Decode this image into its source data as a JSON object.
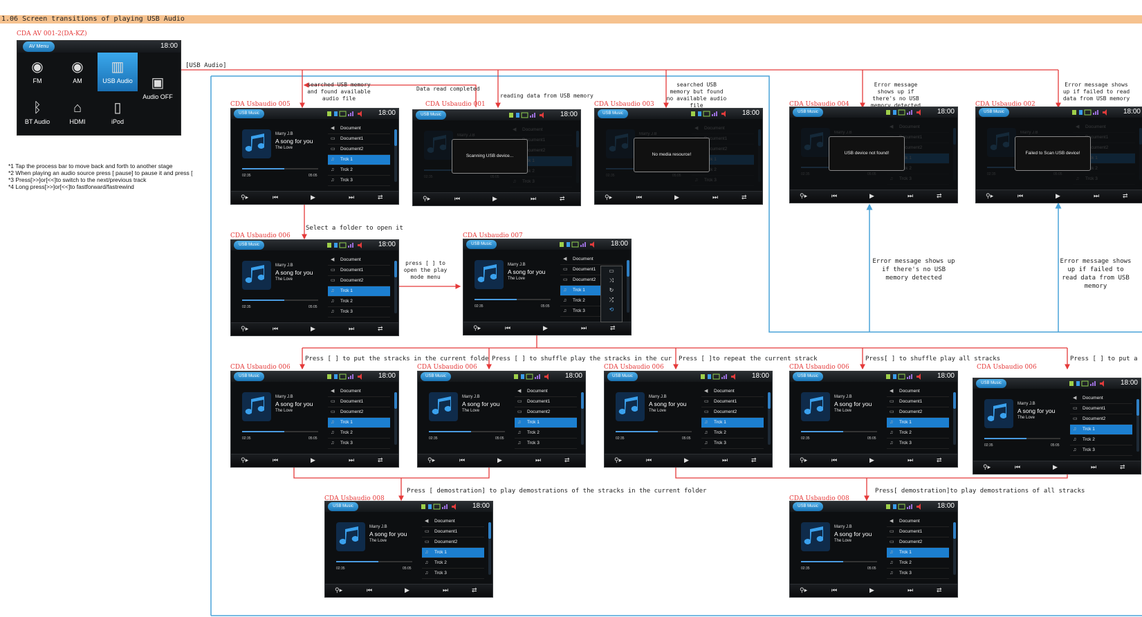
{
  "header": {
    "section_title": "1.06 Screen transitions of playing USB Audio",
    "source_label": "CDA AV 001-2(DA-KZ)"
  },
  "av_menu": {
    "title": "AV Menu",
    "time": "18:00",
    "items": [
      "FM",
      "AM",
      "USB Audio",
      "Audio OFF",
      "BT Audio",
      "HDMI",
      "iPod"
    ],
    "selected": "USB Audio"
  },
  "usb_audio_link": "[USB Audio]",
  "notes": [
    "*1 Tap the process bar to move back and forth to another stage",
    "*2 When playing an audio source press [    pause] to pause it and press [",
    "*3 Press[>>]or[<<]to switch to the next/previous track",
    "*4 Long press[>>]or[<<]to fastforward/fastrewind"
  ],
  "screens": {
    "s005": "CDA Usbaudio 005",
    "s001": "CDA Usbaudio 001",
    "s003": "CDA Usbaudio 003",
    "s004": "CDA Usbaudio 004",
    "s002": "CDA Usbaudio 002",
    "s006a": "CDA Usbaudio 006",
    "s007": "CDA Usbaudio 007",
    "s006b": "CDA Usbaudio 006",
    "s006c": "CDA Usbaudio 006",
    "s006d": "CDA Usbaudio 006",
    "s006e": "CDA Usbaudio 006",
    "s006f": "CDA Usbaudio 006",
    "s008a": "CDA Usbaudio 008",
    "s008b": "CDA Usbaudio 008"
  },
  "device": {
    "tag": "USB Music",
    "time": "18:00",
    "artist": "Marry J.B",
    "song": "A song for you",
    "album": "The Love",
    "elapsed": "02:35",
    "total": "05:05",
    "list": [
      "Document",
      "Document1",
      "Document2",
      "Trck 1",
      "Trck 2",
      "Trck 3"
    ],
    "active_index": 3,
    "progress_fraction": 0.55
  },
  "dialogs": {
    "scanning": "Scanning USB device...",
    "no_media": "No media resource!",
    "not_found": "USB device not found!",
    "failed": "Failed to Scan USB device!"
  },
  "annotations": {
    "found_audio": "searched USB memory and found available audio file",
    "data_read_completed": "Data read completed",
    "reading_data": "reading data from USB memory",
    "no_audio": "searched USB memory but found no available audio file",
    "err_no_usb_top": "Error message shows up if there's no USB memory detected",
    "err_read_top": "Error message shows up if failed to read data from USB memory",
    "select_folder": "Select a folder to open it",
    "press_playmode": "press [    ] to open the play mode menu",
    "err_no_usb_mid": "Error message shows up if there's no USB memory detected",
    "err_read_mid": "Error message shows up if failed to read data from USB memory",
    "press_folder": "Press [    ] to put the stracks in the current folde",
    "press_shuffle_folder": "Press [     ] to shuffle play the stracks in the cur",
    "press_repeat": "Press [    ]to repeat the current strack",
    "press_shuffle_all": "Press[    ] to shuffle play all stracks",
    "press_put_all": "Press [    ] to put a",
    "demo_folder": "Press [    demostration] to play demostrations of the stracks in the current folder",
    "demo_all": "Press[    demostration]to play demostrations of all stracks"
  },
  "colors": {
    "banner": "#f6c28f",
    "red_line": "#e53a3a",
    "blue_line": "#4aa3d8",
    "highlight": "#1c7fd0"
  }
}
